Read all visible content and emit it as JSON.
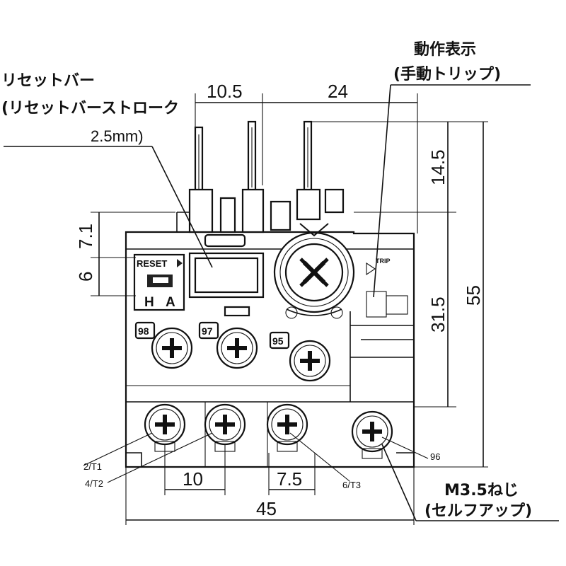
{
  "labels": {
    "reset_bar": "リセットバー",
    "reset_stroke": "(リセットバーストローク",
    "reset_stroke_value": "2.5mm)",
    "trip_indicator": "動作表示",
    "manual_trip": "(手動トリップ)",
    "screw": "M3.5ねじ",
    "self_up": "(セルフアップ)"
  },
  "dimensions": {
    "top_left": "10.5",
    "top_right": "24",
    "right_upper": "14.5",
    "right_middle": "31.5",
    "right_total": "55",
    "left_upper": "7.1",
    "left_lower": "6",
    "bottom_a": "10",
    "bottom_b": "7.5",
    "bottom_total": "45"
  },
  "panel": {
    "reset": "RESET",
    "h": "H",
    "a": "A",
    "trip": "TRIP"
  },
  "terminals": {
    "t98": "98",
    "t97": "97",
    "t95": "95",
    "t2": "2/T1",
    "t4": "4/T2",
    "t6": "6/T3",
    "t96": "96"
  }
}
